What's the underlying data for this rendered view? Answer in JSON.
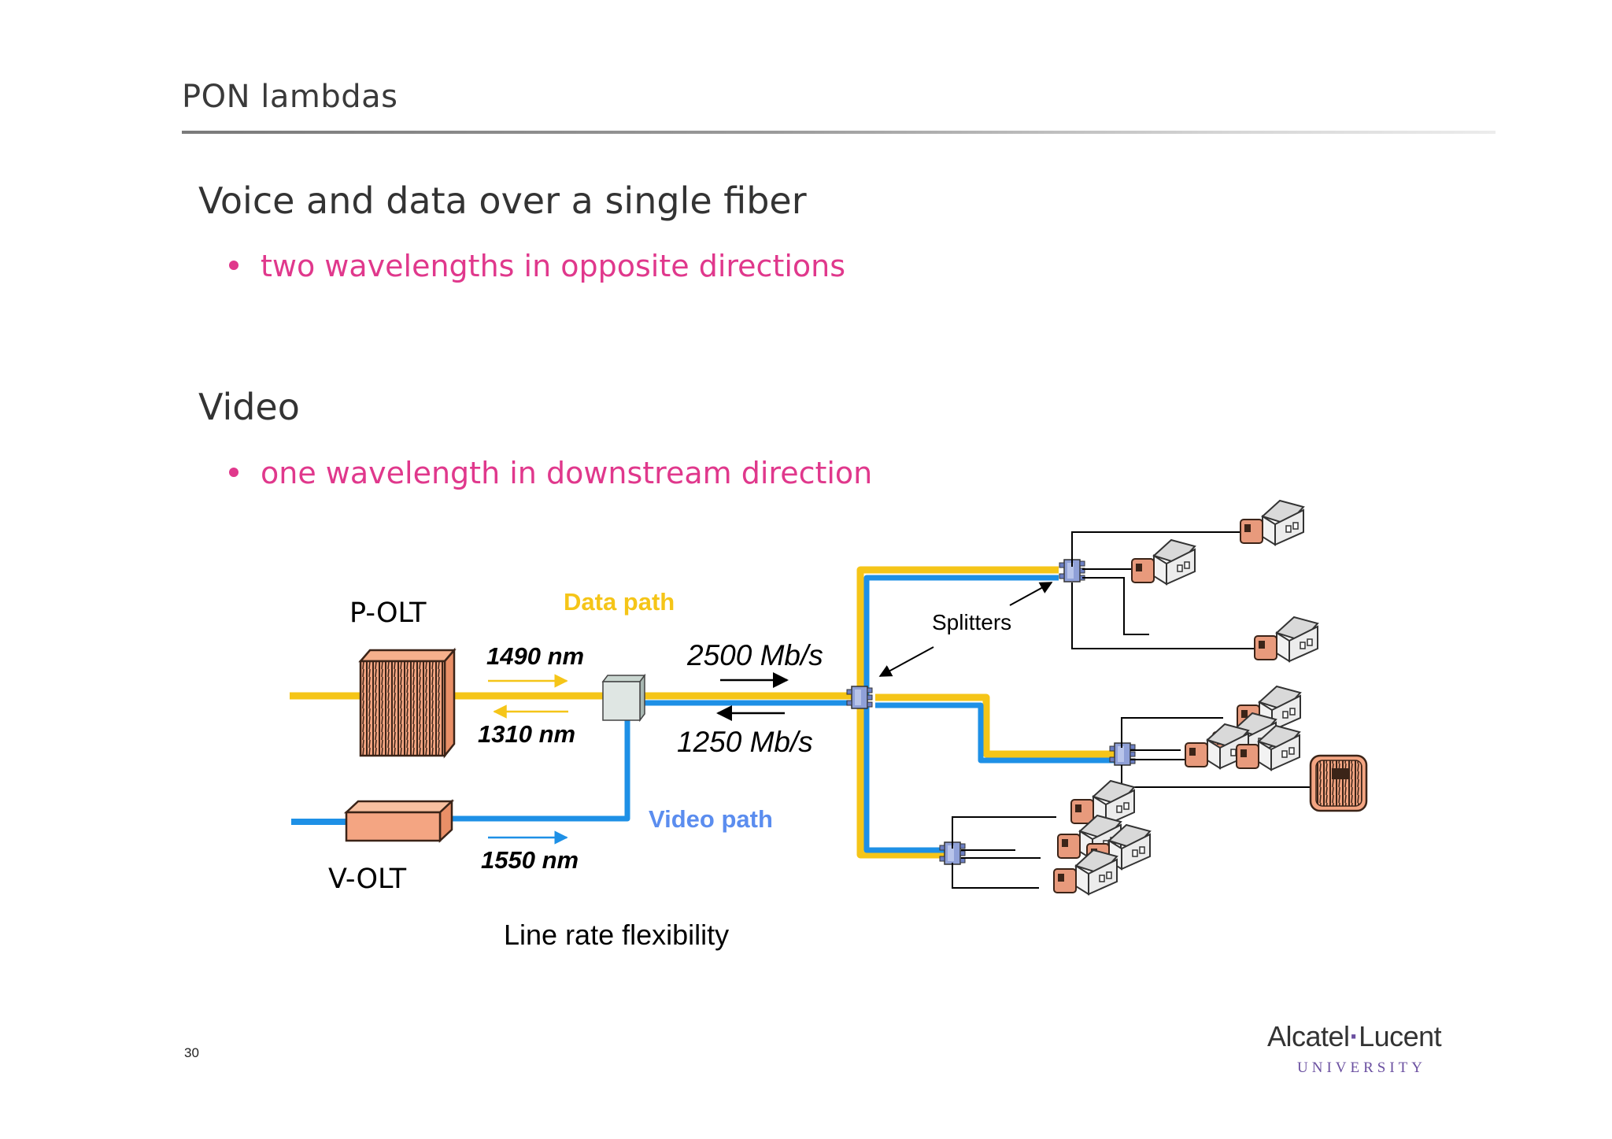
{
  "slide": {
    "title": "PON lambdas",
    "page_number": "30"
  },
  "content": {
    "section1_heading": "Voice and data over a single fiber",
    "section1_bullet": "two wavelengths in opposite directions",
    "section2_heading": "Video",
    "section2_bullet": "one wavelength in downstream direction"
  },
  "diagram": {
    "p_olt_label": "P-OLT",
    "v_olt_label": "V-OLT",
    "data_path_label": "Data path",
    "video_path_label": "Video path",
    "wavelength_downstream_data": "1490 nm",
    "wavelength_upstream": "1310 nm",
    "wavelength_video": "1550 nm",
    "rate_downstream": "2500 Mb/s",
    "rate_upstream": "1250 Mb/s",
    "splitters_label": "Splitters",
    "caption": "Line rate flexibility",
    "colors": {
      "data_fiber": "#f5c518",
      "video_fiber": "#1e90e6",
      "data_label": "#f5c518",
      "video_label": "#5b8def",
      "olt_box": "#f4a582",
      "house": "#e6e6e6",
      "ont": "#e89a7c"
    }
  },
  "logo": {
    "main_left": "Alcatel",
    "main_right": "Lucent",
    "sub": "UNIVERSITY"
  }
}
